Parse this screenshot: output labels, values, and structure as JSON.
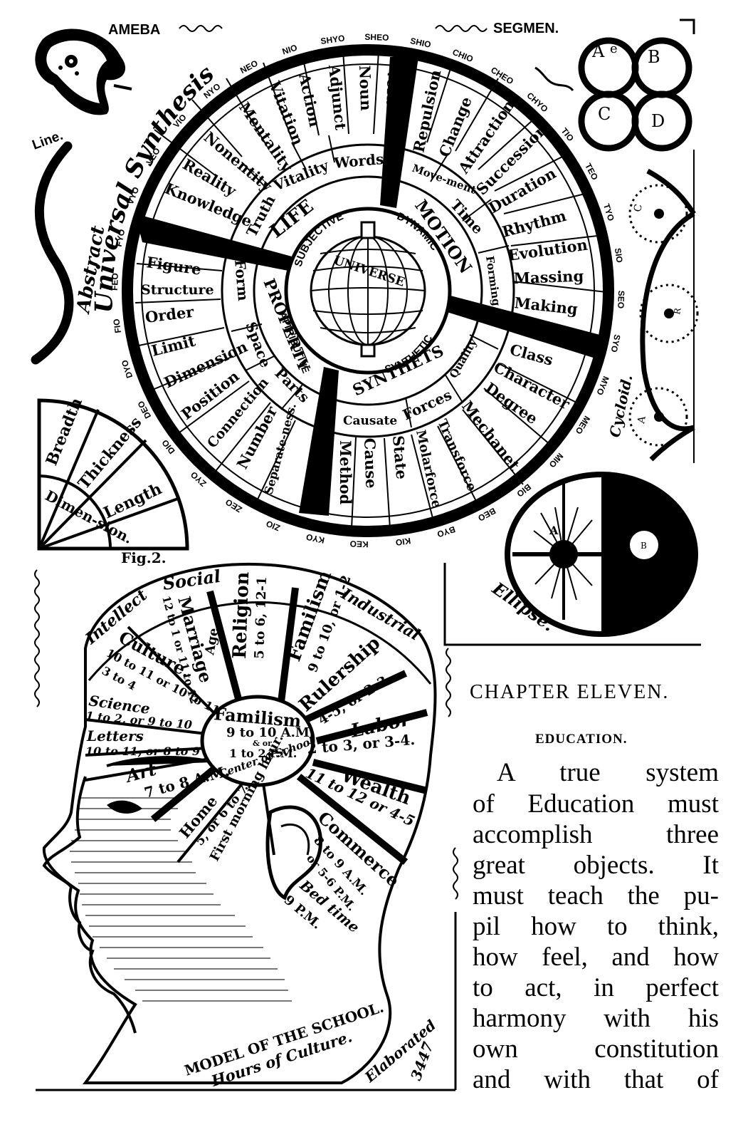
{
  "top_labels": {
    "ameba": "AMEBA",
    "segmen": "SEGMEN.",
    "line": "Line.",
    "cycloid": "Cycloid.",
    "ellipse": "Ellipse.",
    "fig2": "Fig.2.",
    "abstract": "Abstract",
    "universal_synthesis": "Universal Synthesis",
    "quadrants": [
      "A",
      "e",
      "B",
      "C",
      "D"
    ],
    "cycloid_letters": [
      "C",
      "R",
      "A"
    ],
    "ellipse_letters": [
      "A",
      "B"
    ]
  },
  "wheel": {
    "center": "UNIVERSE",
    "middle_ring": [
      "SUBJECTIVE",
      "DYNAMIC",
      "SYNTHETIC",
      "ATTRIBUTIVE"
    ],
    "quadrant_titles": [
      "LIFE",
      "MOTION",
      "SYNTHETS",
      "PROPERTY"
    ],
    "inner_labels": [
      "Truth",
      "Vitality",
      "Words",
      "Move-ment",
      "Time",
      "Forming",
      "Quality",
      "Forces",
      "Causate",
      "Parts",
      "Space",
      "Form"
    ],
    "outer_labels": [
      "Knowledge",
      "Reality",
      "Nonentity",
      "Mentality",
      "Vitation",
      "Action",
      "Adjunct",
      "Noun",
      "Verb",
      "Repulsion",
      "Change",
      "Attraction",
      "Succession",
      "Duration",
      "Rhythm",
      "Evolution",
      "Massing",
      "Making",
      "Class",
      "Character",
      "Degree",
      "Mechanet",
      "Transforce",
      "Molarforce",
      "State",
      "Cause",
      "Method",
      "Separate-ness.",
      "Number",
      "Connection",
      "Position",
      "Dimension",
      "Limit",
      "Order",
      "Structure",
      "Figure"
    ],
    "rim_syllables": [
      "NIO",
      "SHYO",
      "SHEO",
      "SHIO",
      "CHIO",
      "CHEO",
      "CHYO",
      "TIO",
      "TEO",
      "TYO",
      "SIO",
      "SEO",
      "SYO",
      "MYO",
      "MEO",
      "MIO",
      "BIO",
      "BEO",
      "BYO",
      "KIO",
      "KEO",
      "KYO",
      "ZIO",
      "ZEO",
      "ZYO",
      "DIO",
      "DEO",
      "DYO",
      "FIO",
      "FEO",
      "FYO",
      "VYO",
      "VEO",
      "VIO",
      "NYO",
      "NEO"
    ]
  },
  "fan": {
    "labels": [
      "Breadth",
      "Thickness",
      "Length",
      "Dimen-sion."
    ]
  },
  "head": {
    "arc_labels": [
      "Intellect",
      "Social",
      "Industrial"
    ],
    "center_lines": [
      "Familism",
      "9 to 10 A.M.",
      "& or",
      "1 to 2 P.M.",
      "Center of School"
    ],
    "sections": [
      {
        "title": "Religion",
        "times": [
          "5 to 6, 12-1"
        ]
      },
      {
        "title": "Familism",
        "times": [
          "9 to 10, or 1-2"
        ]
      },
      {
        "title": "Rulership",
        "times": [
          "4-5, or 2-3."
        ]
      },
      {
        "title": "Labor",
        "times": [
          "2 to 3, or 3-4."
        ]
      },
      {
        "title": "Wealth",
        "times": [
          "11 to 12 or 4-5"
        ]
      },
      {
        "title": "Commerce",
        "times": [
          "8 to 9 A.M.",
          "or 5-6 P.M."
        ]
      },
      {
        "title": "Bed time",
        "times": [
          "9 P.M."
        ]
      },
      {
        "title": "Home",
        "times": [
          "5, or 6 to 7."
        ]
      },
      {
        "title": "First morning hour.",
        "times": []
      },
      {
        "title": "Art",
        "times": [
          "7 to 8 A.M."
        ]
      },
      {
        "title": "Letters",
        "times": [
          "10 to 11, or 8 to 9"
        ]
      },
      {
        "title": "Science",
        "times": [
          "1 to 2, or 9 to 10"
        ]
      },
      {
        "title": "Culture.",
        "times": [
          "10 to 11 or 10 to 11",
          "3 to 4"
        ]
      },
      {
        "title": "Marriage",
        "times": [
          "12 to 1 or 11 to 12"
        ]
      },
      {
        "title": "Age",
        "times": []
      }
    ],
    "model_caption": [
      "MODEL OF THE SCHOOL.",
      "Hours of Culture."
    ],
    "elaborated": "Elaborated",
    "page_number": "3447"
  },
  "text": {
    "chapter": "CHAPTER ELEVEN.",
    "section": "EDUCATION.",
    "lines": [
      "A true system",
      "of Education must",
      "accomplish three",
      "great objects. It",
      "must teach the pu-",
      "pil how to think,",
      "how feel, and how",
      "to act, in perfect",
      "harmony with his",
      "own constitution",
      "and with that of"
    ]
  }
}
